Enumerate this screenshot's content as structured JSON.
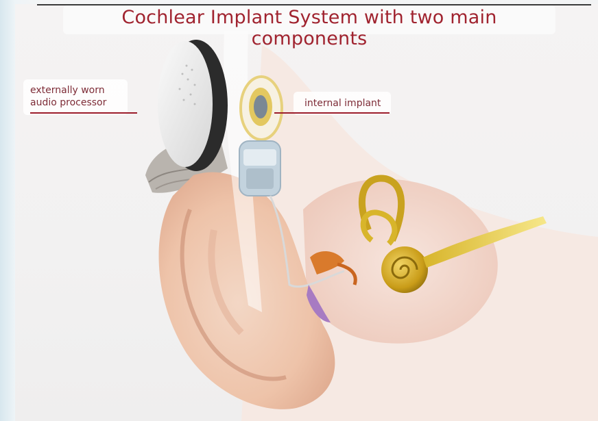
{
  "title": "Cochlear Implant System with two main components",
  "labels": {
    "external_line1": "externally worn",
    "external_line2": "audio processor",
    "internal": "internal implant"
  },
  "colors": {
    "title": "#a0232f",
    "leader_line": "#9b1c2a",
    "label_text": "#7d2b36",
    "skin": "#f0c9b2",
    "cochlea": "#c9a21f",
    "nerve": "#e8d05a"
  }
}
